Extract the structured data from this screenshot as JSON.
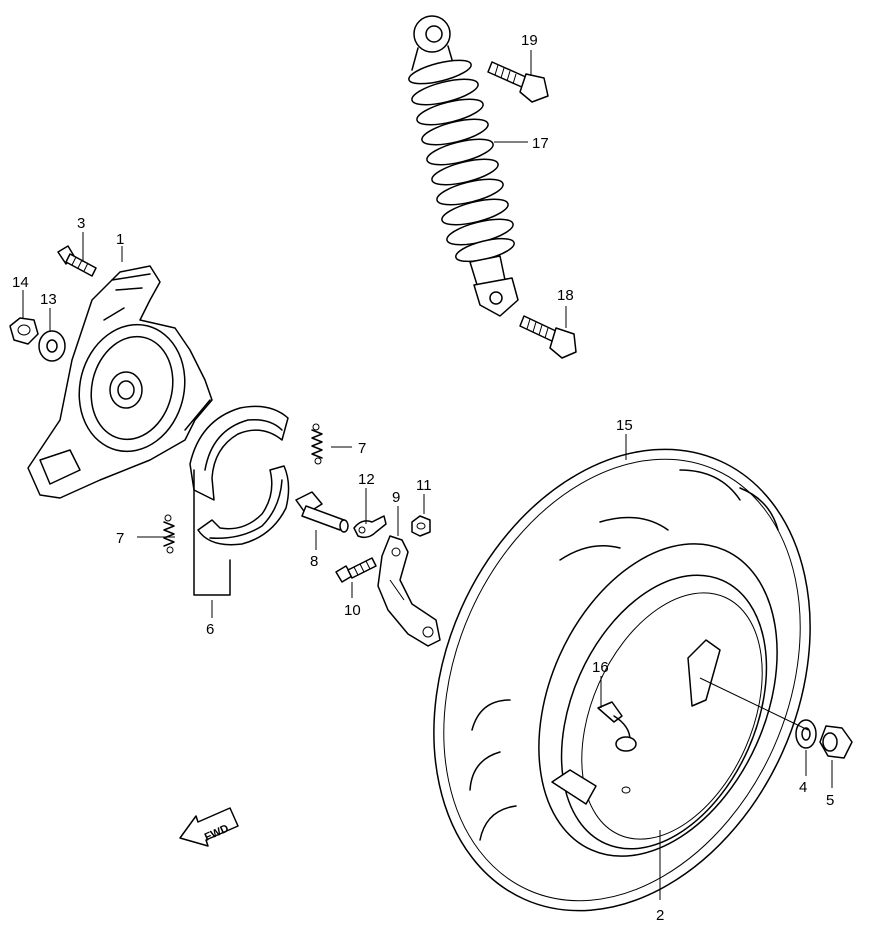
{
  "callouts": {
    "c1": "1",
    "c2": "2",
    "c3": "3",
    "c4": "4",
    "c5": "5",
    "c6": "6",
    "c7a": "7",
    "c7b": "7",
    "c8": "8",
    "c9": "9",
    "c10": "10",
    "c11": "11",
    "c12": "12",
    "c13": "13",
    "c14": "14",
    "c15": "15",
    "c16": "16",
    "c17": "17",
    "c18": "18",
    "c19": "19"
  },
  "direction_arrow": {
    "label": "FWD"
  }
}
